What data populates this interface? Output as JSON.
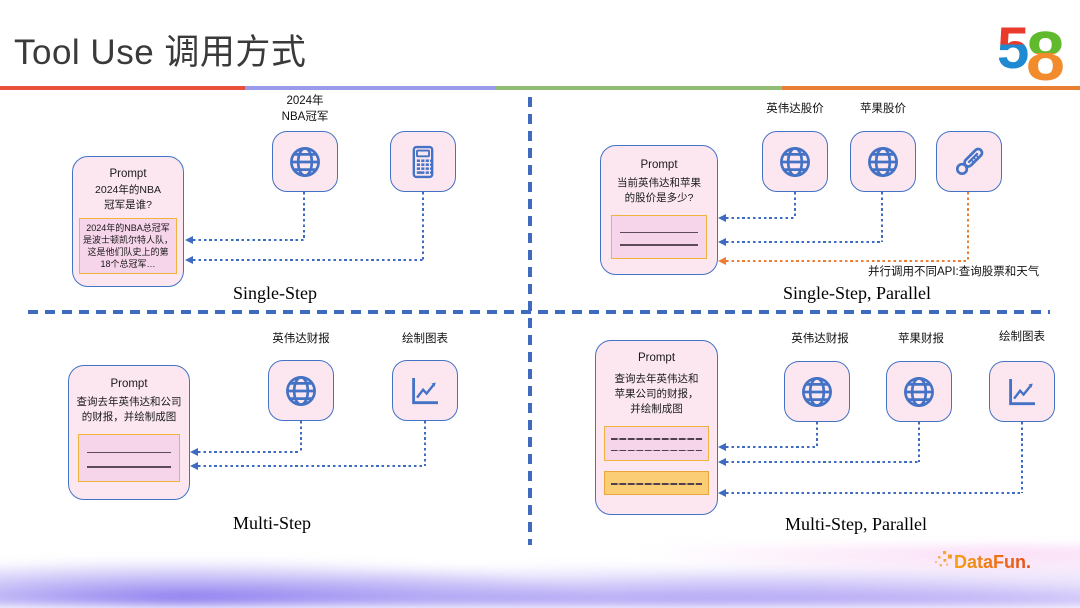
{
  "title": "Tool Use 调用方式",
  "brand": {
    "logo_5": "5",
    "logo_8": "8"
  },
  "colors": {
    "divider": [
      "#e8503a",
      "#9a99ea",
      "#8fbc77",
      "#e87f33"
    ],
    "box_border_blue": "#4472c4",
    "box_fill_pink": "#fce7f1",
    "inner_border_gold": "#eeb43e",
    "inner_fill_pink": "#f6d4ea",
    "inner_fill_gold": "#fbcd75",
    "connector_blue": "#3e6ac0",
    "connector_orange": "#ed7d31"
  },
  "quadrants": [
    {
      "name": "Single-Step",
      "prompt": {
        "title": "Prompt",
        "question": "2024年的NBA\n冠军是谁?",
        "answer": "2024年的NBA总冠军\n是波士顿凯尔特人队，\n这是他们队史上的第\n18个总冠军…"
      },
      "tools": [
        {
          "label": "2024年\nNBA冠军",
          "icon": "globe-icon"
        },
        {
          "label": "",
          "icon": "calculator-icon"
        }
      ]
    },
    {
      "name": "Single-Step, Parallel",
      "prompt": {
        "title": "Prompt",
        "question": "当前英伟达和苹果\n的股价是多少?"
      },
      "tools": [
        {
          "label": "英伟达股价",
          "icon": "globe-icon"
        },
        {
          "label": "苹果股价",
          "icon": "globe-icon"
        },
        {
          "label": "",
          "icon": "thermometer-icon"
        }
      ],
      "annotation": "并行调用不同API:查询股票和天气"
    },
    {
      "name": "Multi-Step",
      "prompt": {
        "title": "Prompt",
        "question": "查询去年英伟达和公司\n的财报，并绘制成图"
      },
      "tools": [
        {
          "label": "英伟达财报",
          "icon": "globe-icon"
        },
        {
          "label": "绘制图表",
          "icon": "chart-icon"
        }
      ]
    },
    {
      "name": "Multi-Step, Parallel",
      "prompt": {
        "title": "Prompt",
        "question": "查询去年英伟达和\n苹果公司的财报，\n并绘制成图"
      },
      "tools": [
        {
          "label": "英伟达财报",
          "icon": "globe-icon"
        },
        {
          "label": "苹果财报",
          "icon": "globe-icon"
        },
        {
          "label": "绘制图表",
          "icon": "chart-icon"
        }
      ]
    }
  ],
  "footer": {
    "logo": "DataFun."
  }
}
